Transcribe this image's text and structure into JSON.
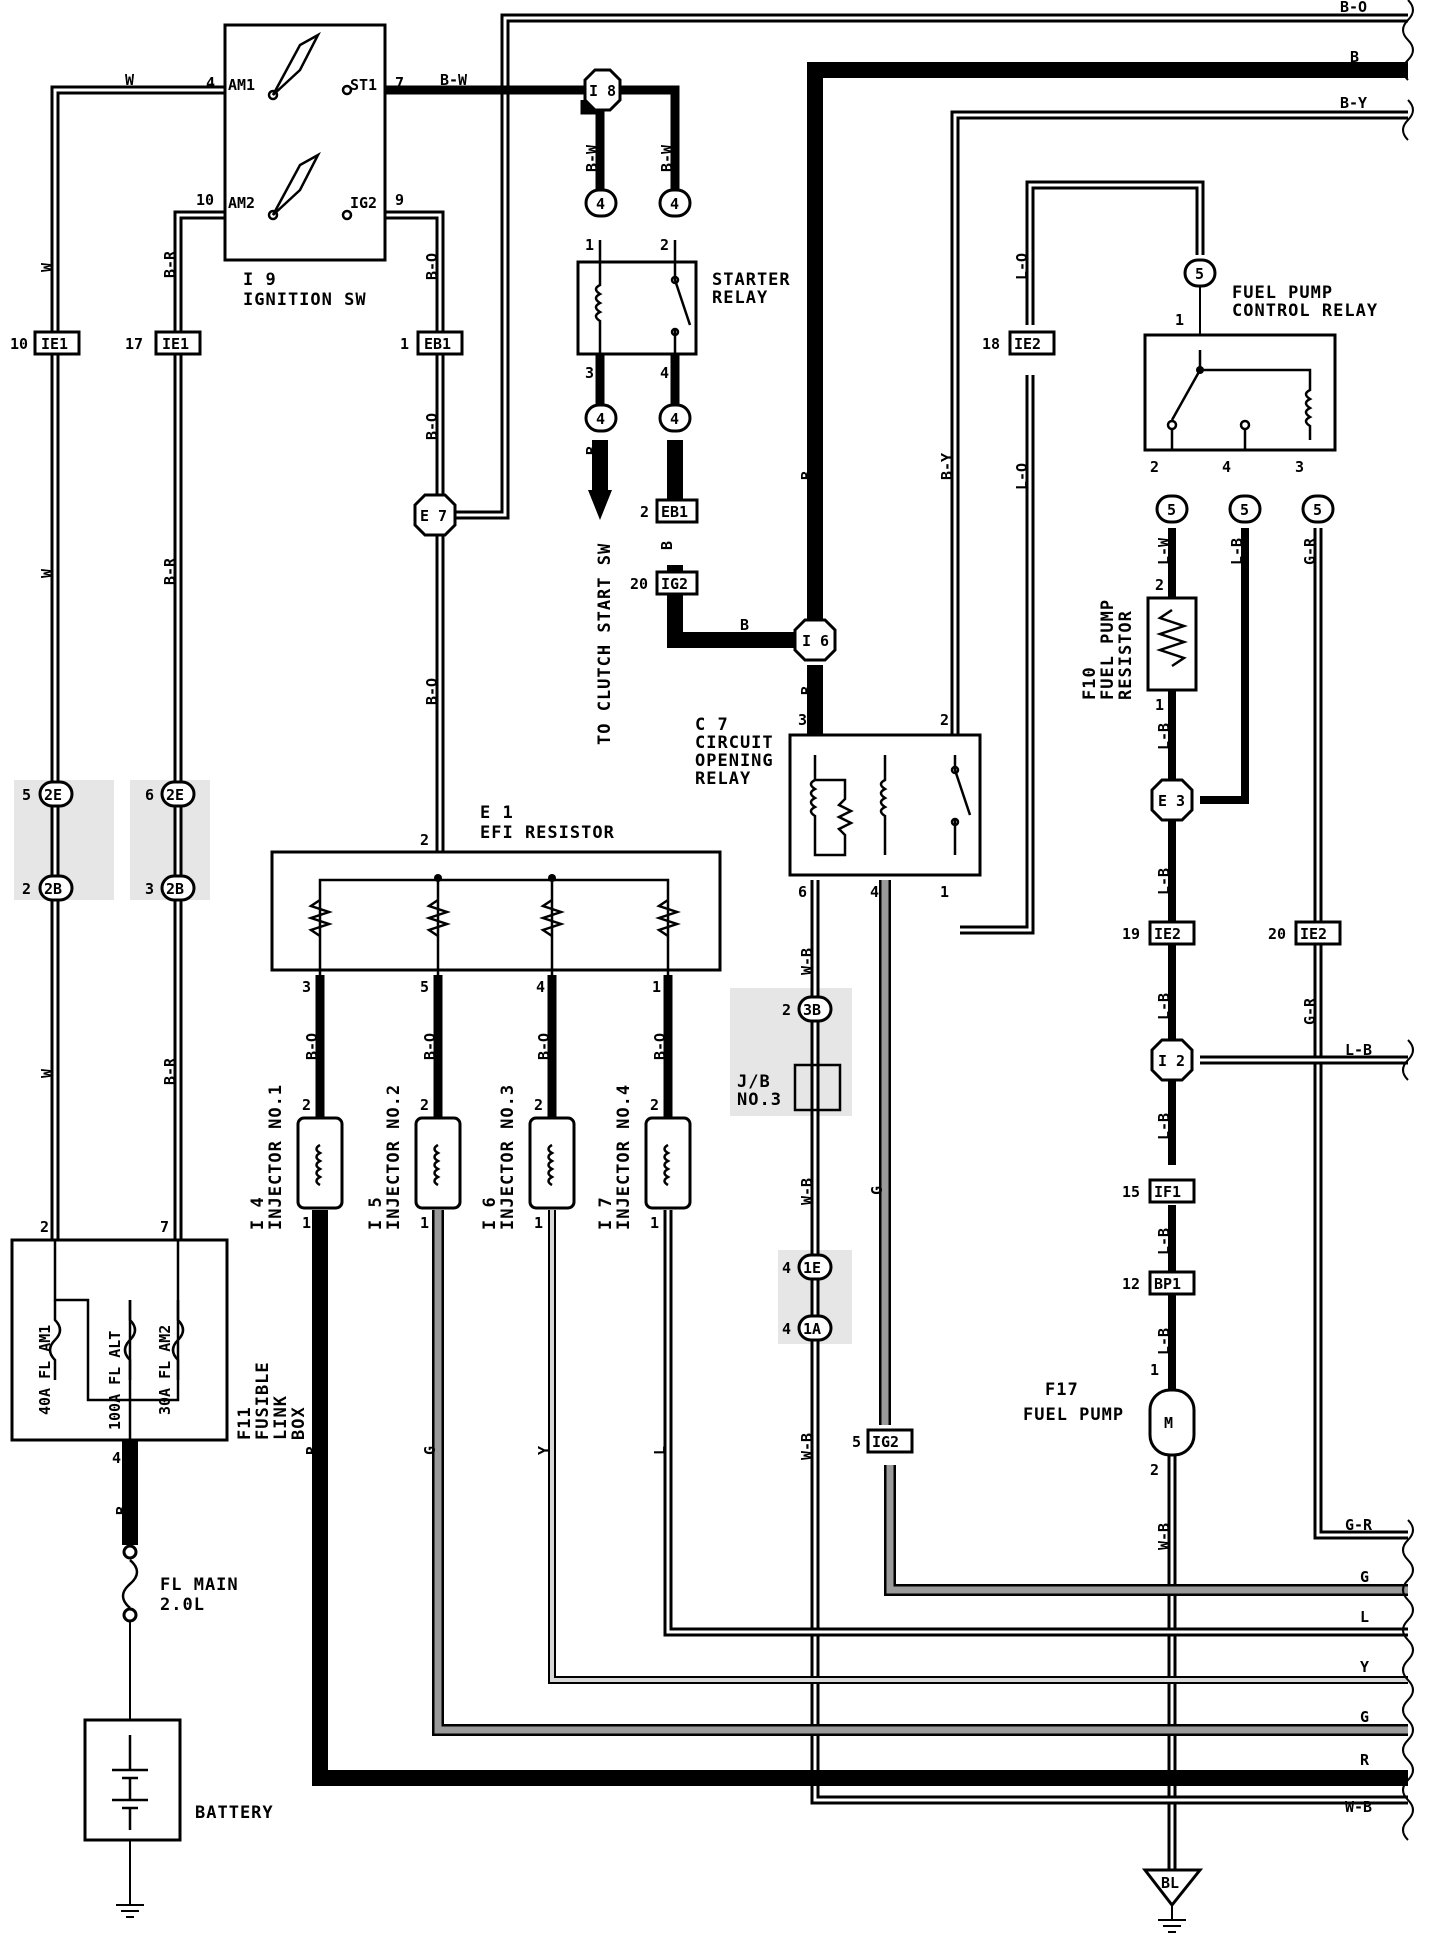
{
  "components": {
    "ignition_sw": {
      "id": "I 9",
      "name": "IGNITION SW",
      "pins": {
        "am1": "AM1",
        "am2": "AM2",
        "st1": "ST1",
        "ig2": "IG2"
      },
      "pin_nums": {
        "am1": "4",
        "am2": "10",
        "st1": "7",
        "ig2": "9"
      }
    },
    "starter_relay": {
      "name_line1": "STARTER",
      "name_line2": "RELAY",
      "pins": [
        "1",
        "2",
        "3",
        "4"
      ]
    },
    "fuel_pump_control_relay": {
      "name_line1": "FUEL PUMP",
      "name_line2": "CONTROL RELAY",
      "pins": [
        "1",
        "2",
        "4",
        "3"
      ]
    },
    "circuit_opening_relay": {
      "id": "C 7",
      "name_line1": "CIRCUIT",
      "name_line2": "OPENING",
      "name_line3": "RELAY",
      "pins": [
        "3",
        "2",
        "6",
        "4",
        "1"
      ]
    },
    "efi_resistor": {
      "id": "E 1",
      "name": "EFI RESISTOR",
      "pins": [
        "2",
        "3",
        "5",
        "4",
        "1"
      ]
    },
    "injectors": [
      {
        "id": "I 4",
        "name": "INJECTOR NO.1",
        "pin_top": "2",
        "pin_bottom": "1"
      },
      {
        "id": "I 5",
        "name": "INJECTOR NO.2",
        "pin_top": "2",
        "pin_bottom": "1"
      },
      {
        "id": "I 6",
        "name": "INJECTOR NO.3",
        "pin_top": "2",
        "pin_bottom": "1"
      },
      {
        "id": "I 7",
        "name": "INJECTOR NO.4",
        "pin_top": "2",
        "pin_bottom": "1"
      }
    ],
    "fusible_link_box": {
      "id": "F11",
      "name_line1": "FUSIBLE",
      "name_line2": "LINK",
      "name_line3": "BOX",
      "fuses": [
        "40A FL AM1",
        "100A FL ALT",
        "30A FL AM2"
      ],
      "pins": {
        "left": "2",
        "right": "7",
        "bottom": "4"
      }
    },
    "fl_main": {
      "line1": "FL MAIN",
      "line2": "2.0L"
    },
    "battery": {
      "name": "BATTERY"
    },
    "fuel_pump_resistor": {
      "id": "F10",
      "name_line1": "FUEL PUMP",
      "name_line2": "RESISTOR",
      "pins": [
        "2",
        "1"
      ]
    },
    "fuel_pump": {
      "id": "F17",
      "name": "FUEL PUMP",
      "symbol": "M",
      "pins": [
        "1",
        "2"
      ]
    },
    "jb3": {
      "line1": "J/B",
      "line2": "NO.3"
    },
    "ground": {
      "label": "BL"
    }
  },
  "connectors": {
    "ie1_w": {
      "label": "IE1",
      "pin": "10"
    },
    "ie1_br": {
      "label": "IE1",
      "pin": "17"
    },
    "eb1_top": {
      "label": "EB1",
      "pin": "1"
    },
    "eb1_mid": {
      "label": "EB1",
      "pin": "2"
    },
    "ig2_mid": {
      "label": "IG2",
      "pin": "20"
    },
    "ig2_bottom": {
      "label": "IG2",
      "pin": "5"
    },
    "ie2_18": {
      "label": "IE2",
      "pin": "18"
    },
    "ie2_19": {
      "label": "IE2",
      "pin": "19"
    },
    "ie2_20": {
      "label": "IE2",
      "pin": "20"
    },
    "if1": {
      "label": "IF1",
      "pin": "15"
    },
    "bp1": {
      "label": "BP1",
      "pin": "12"
    },
    "c2e_a": {
      "label": "2E",
      "pin": "5"
    },
    "c2b_a": {
      "label": "2B",
      "pin": "2"
    },
    "c2e_b": {
      "label": "2E",
      "pin": "6"
    },
    "c2b_b": {
      "label": "2B",
      "pin": "3"
    },
    "c3b": {
      "label": "3B",
      "pin": "2"
    },
    "c1e": {
      "label": "1E",
      "pin": "4"
    },
    "c1a": {
      "label": "1A",
      "pin": "4"
    },
    "c4": {
      "label": "4"
    },
    "c5": {
      "label": "5"
    },
    "j_i8": {
      "label": "I 8"
    },
    "j_e7": {
      "label": "E 7"
    },
    "j_i6": {
      "label": "I 6"
    },
    "j_e3": {
      "label": "E 3"
    },
    "j_i2": {
      "label": "I 2"
    }
  },
  "wire_colors": {
    "w": "W",
    "br": "B-R",
    "bo": "B-O",
    "bw": "B-W",
    "b": "B",
    "by": "B-Y",
    "lo": "L-O",
    "lw": "L-W",
    "lb": "L-B",
    "gr": "G-R",
    "wb": "W-B",
    "g": "G",
    "l": "L",
    "y": "Y",
    "r": "R"
  },
  "notes": {
    "clutch": "TO CLUTCH START SW"
  },
  "colors": {
    "ink": "#000000",
    "shade": "#e6e6e6",
    "gray_wire": "#9a9a9a",
    "light_wire": "#d8d8d8"
  }
}
